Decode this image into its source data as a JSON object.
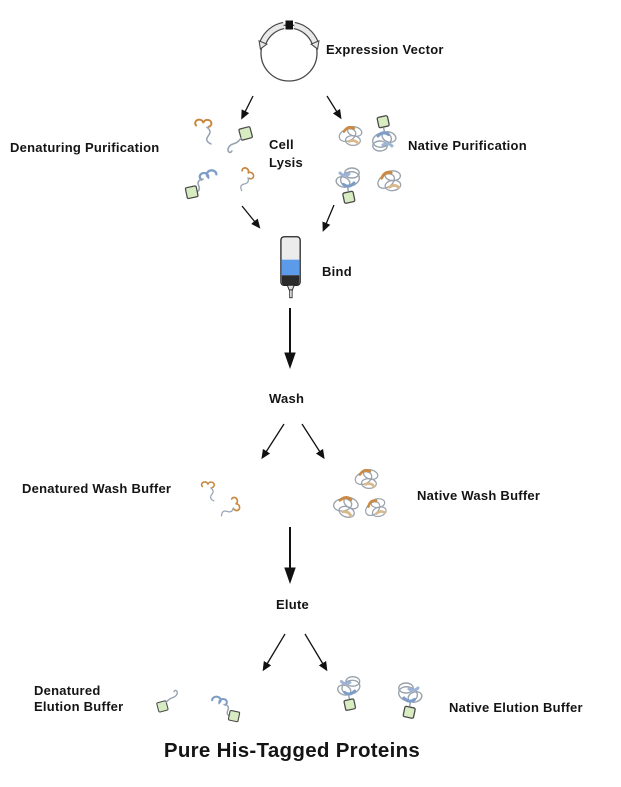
{
  "diagram": {
    "title": "Pure His-Tagged Proteins",
    "nodes": {
      "expression_vector": "Expression Vector",
      "denaturing_purification": "Denaturing Purification",
      "cell_lysis": "Cell\nLysis",
      "native_purification": "Native Purification",
      "bind": "Bind",
      "wash": "Wash",
      "denatured_wash_buffer": "Denatured Wash Buffer",
      "native_wash_buffer": "Native Wash Buffer",
      "elute": "Elute",
      "denatured_elution_buffer": "Denatured\nElution Buffer",
      "native_elution_buffer": "Native Elution Buffer"
    },
    "icons": {
      "plasmid": "plasmid-expression-vector",
      "insert_marker": "black-insert-square",
      "column": "affinity-column-blue-resin",
      "denatured_protein": "unfolded-protein-chain",
      "native_protein": "folded-protein-blob",
      "his_tag": "green-his-tag-square"
    },
    "colors": {
      "background": "#ffffff",
      "text": "#141414",
      "arrow": "#111111",
      "resin_blue": "#5b9bea",
      "frit_dark": "#2b2b2b",
      "column_gray": "#ececec",
      "his_tag_green": "#d8ecc2",
      "helix_orange": "#cc8a45",
      "helix_blue": "#7d9cc8",
      "chain_gray": "#98a4b4"
    }
  }
}
